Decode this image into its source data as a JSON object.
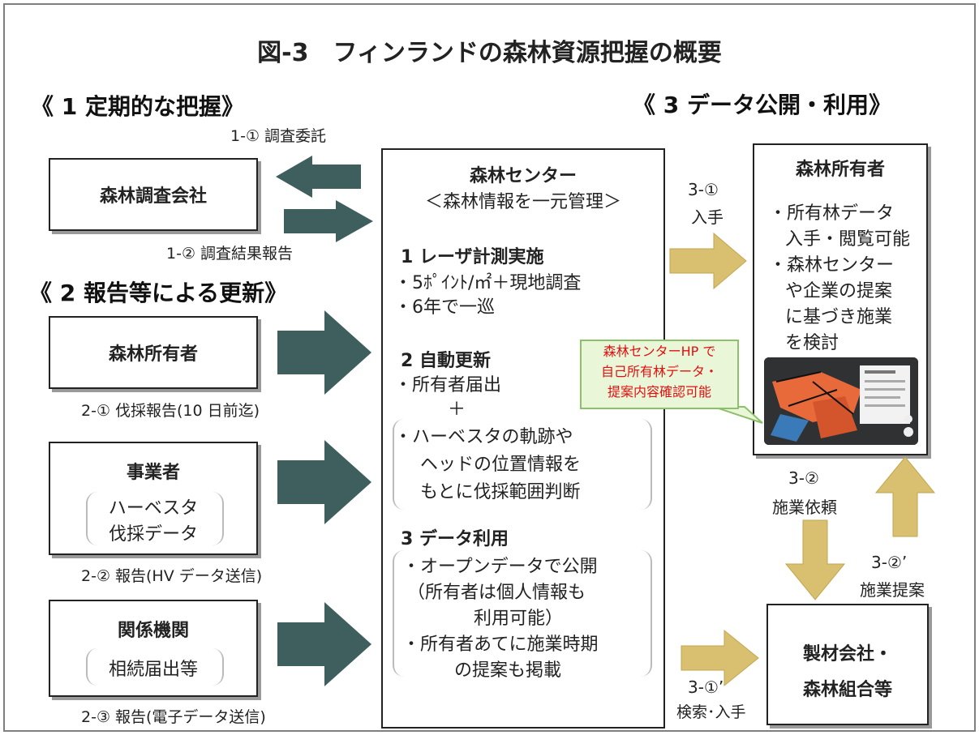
{
  "title": "図-3　フィンランドの森林資源把握の概要",
  "sections": {
    "regular": "《 1 定期的な把握》",
    "report_update": "《 2 報告等による更新》",
    "data_use": "《 3 データ公開・利用》"
  },
  "labels": {
    "l_1_1": "1-①  調査委託",
    "l_1_2": "1-②  調査結果報告",
    "l_2_1": "2-①  伐採報告(10 日前迄)",
    "l_2_2": "2-②  報告(HV データ送信)",
    "l_2_3": "2-③  報告(電子データ送信)",
    "l_3_1a": "3-①",
    "l_3_1b": "入手",
    "l_3_2a": "3-②",
    "l_3_2b": "施業依頼",
    "l_3_2pa": "3-②’",
    "l_3_2pb": "施業提案",
    "l_3_1pa": "3-①’",
    "l_3_1pb": "検索･入手"
  },
  "boxes": {
    "survey_company": "森林調査会社",
    "owner_left": "森林所有者",
    "operator": {
      "title": "事業者",
      "line1": "ハーベスタ",
      "line2": "伐採データ"
    },
    "agency": {
      "title": "関係機関",
      "line1": "相続届出等"
    },
    "sawmill": {
      "line1": "製材会社・",
      "line2": "森林組合等"
    },
    "owner_right": {
      "title": "森林所有者",
      "lines": [
        "・所有林データ",
        "入手・閲覧可能",
        "・森林センター",
        "や企業の提案",
        "に基づき施業",
        "を検討"
      ]
    }
  },
  "center": {
    "title": "森林センター",
    "subtitle": "＜森林情報を一元管理＞",
    "s1": {
      "heading": "1 レーザ計測実施",
      "l1": "・5ﾎﾟｲﾝﾄ/㎡＋現地調査",
      "l2": "・6年で一巡"
    },
    "s2": {
      "heading": "2  自動更新",
      "l1": "・所有者届出",
      "plus": "＋",
      "l2": "・ハーベスタの軌跡や",
      "l3": "ヘッドの位置情報を",
      "l4": "もとに伐採範囲判断"
    },
    "s3": {
      "heading": "3  データ利用",
      "l1": "・オープンデータで公開",
      "l2": "（所有者は個人情報も",
      "l3": "利用可能）",
      "l4": "・所有者あてに施業時期",
      "l5": "の提案も掲載"
    }
  },
  "callout": {
    "l1": "森林センターHP で",
    "l2": "自己所有林データ・",
    "l3": "提案内容確認可能"
  },
  "colors": {
    "dark_arrow": "#3f5f5f",
    "gold_arrow": "#d8c070",
    "callout_text": "#e01010",
    "callout_bg": "#eaf6d8"
  }
}
